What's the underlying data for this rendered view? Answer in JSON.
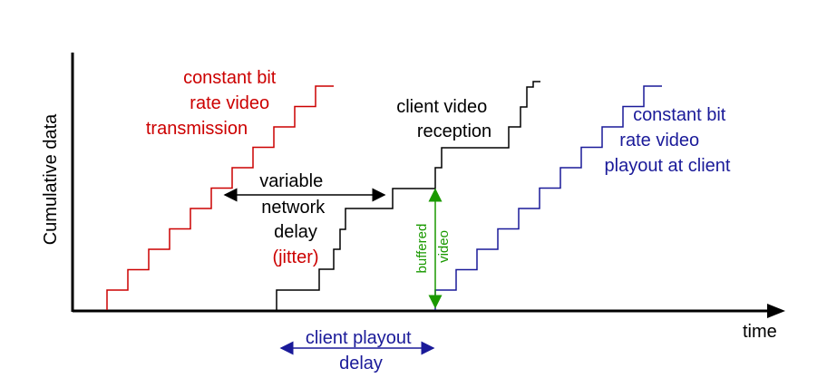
{
  "labels": {
    "y_axis": "Cumulative data",
    "x_axis": "time",
    "cbr_transmission": [
      "constant bit",
      "rate video",
      "transmission"
    ],
    "client_reception": [
      "client video",
      "reception"
    ],
    "cbr_playout": [
      "constant bit",
      "rate video",
      "playout at client"
    ],
    "variable_delay": [
      "variable",
      "network",
      "delay"
    ],
    "jitter": "(jitter)",
    "buffered_video": [
      "buffered",
      "video"
    ],
    "client_playout_delay": [
      "client playout",
      "delay"
    ]
  },
  "colors": {
    "red": "#cc0000",
    "black": "#000000",
    "blue": "#1a1a99",
    "green": "#1a9900"
  }
}
